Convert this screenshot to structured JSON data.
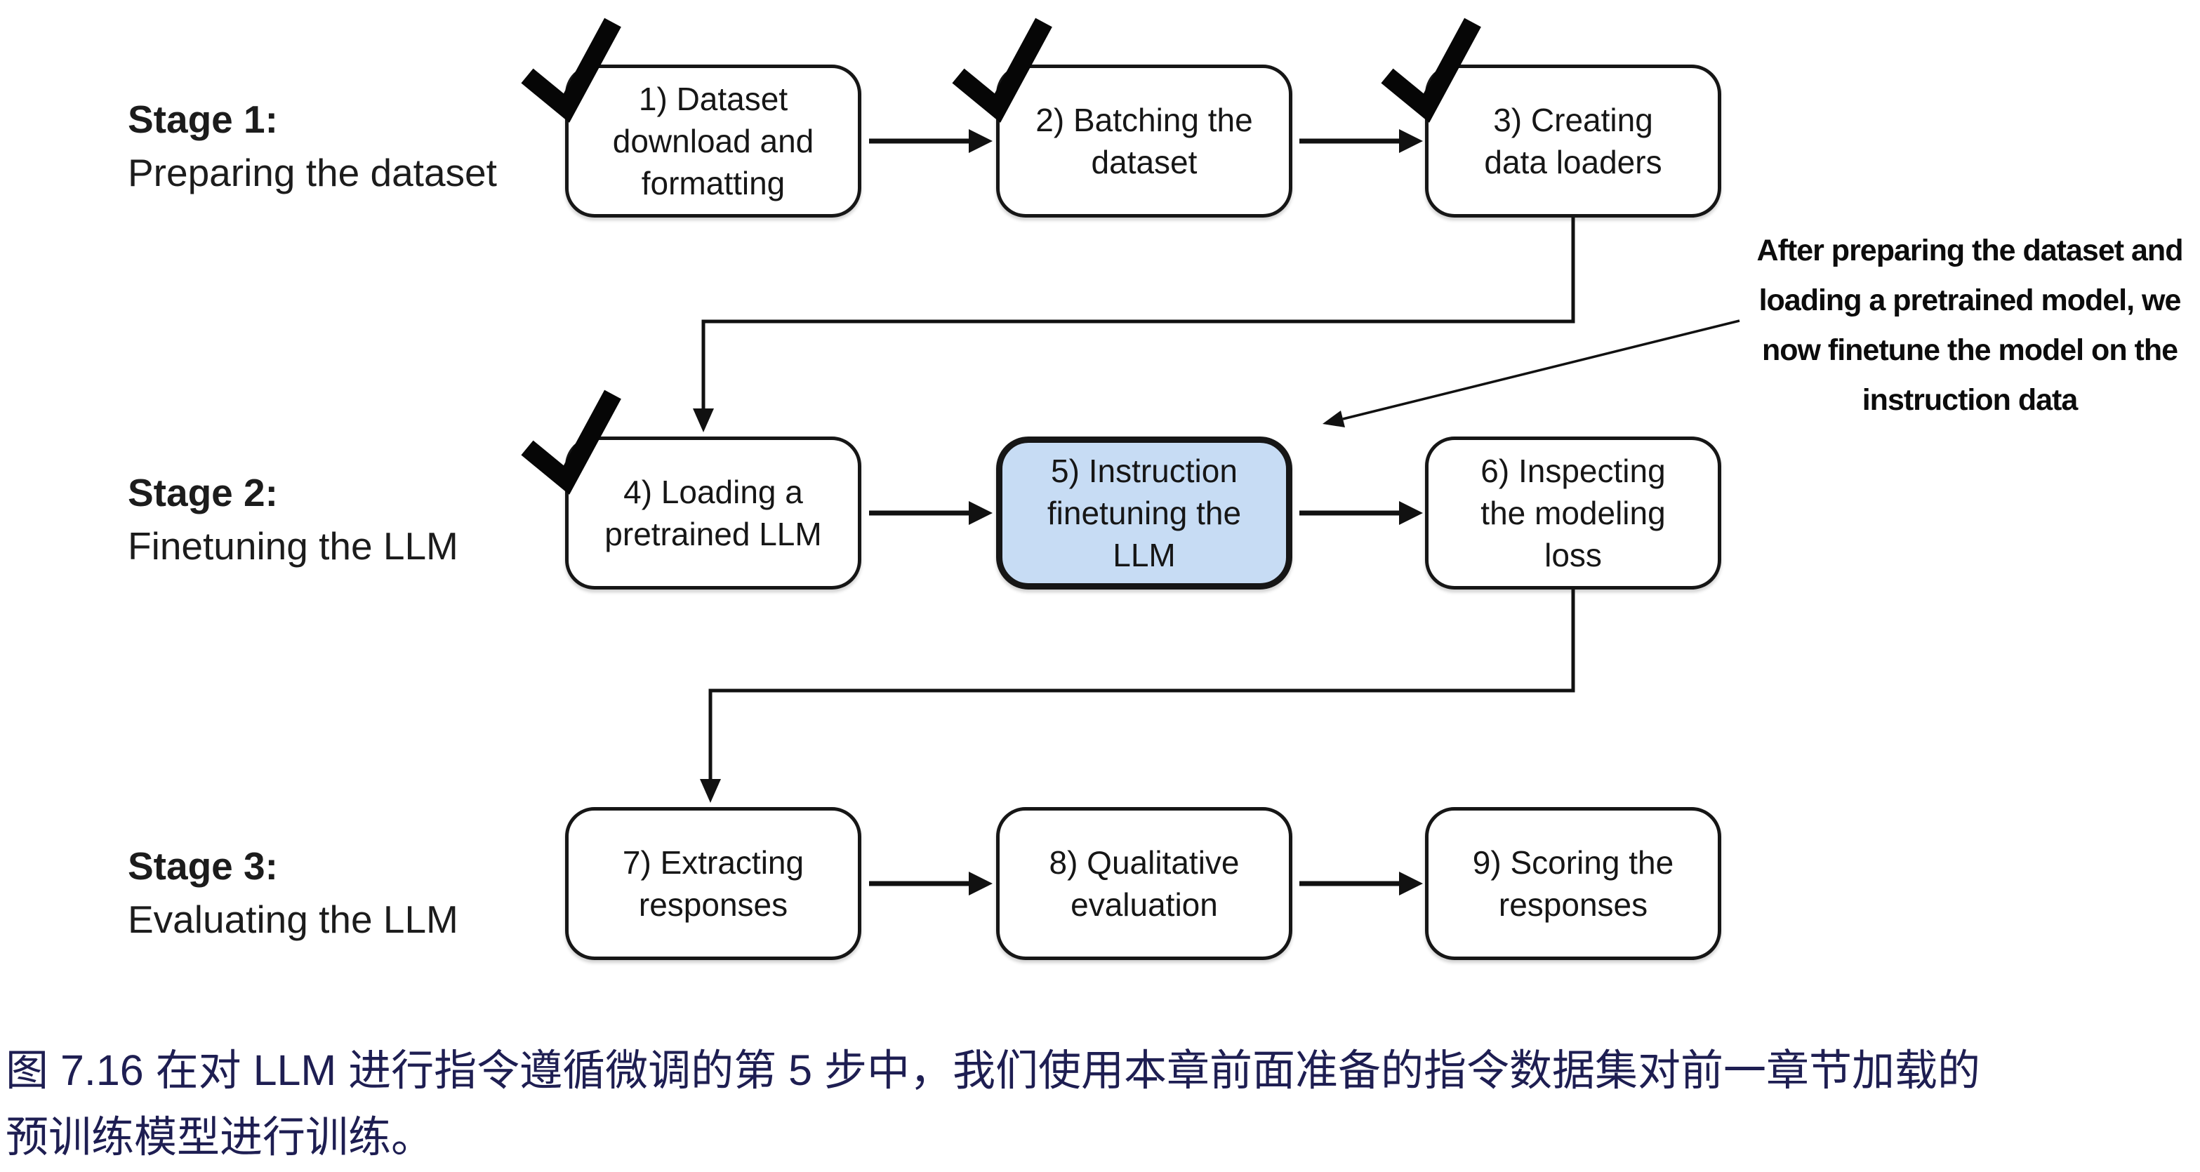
{
  "figure": {
    "stages": [
      {
        "title": "Stage 1:",
        "subtitle": "Preparing the dataset"
      },
      {
        "title": "Stage 2:",
        "subtitle": "Finetuning the LLM"
      },
      {
        "title": "Stage 3:",
        "subtitle": "Evaluating the LLM"
      }
    ],
    "steps": [
      {
        "label": "1) Dataset\ndownload and\nformatting",
        "checked": true,
        "highlighted": false
      },
      {
        "label": "2) Batching the\ndataset",
        "checked": true,
        "highlighted": false
      },
      {
        "label": "3) Creating\ndata loaders",
        "checked": true,
        "highlighted": false
      },
      {
        "label": "4) Loading a\npretrained LLM",
        "checked": true,
        "highlighted": false
      },
      {
        "label": "5) Instruction\nfinetuning the\nLLM",
        "checked": false,
        "highlighted": true
      },
      {
        "label": "6) Inspecting\nthe modeling\nloss",
        "checked": false,
        "highlighted": false
      },
      {
        "label": "7) Extracting\nresponses",
        "checked": false,
        "highlighted": false
      },
      {
        "label": "8) Qualitative\nevaluation",
        "checked": false,
        "highlighted": false
      },
      {
        "label": "9) Scoring the\nresponses",
        "checked": false,
        "highlighted": false
      }
    ],
    "annotation": "After preparing the dataset and\nloading a pretrained model, we\nnow finetune the model on the\ninstruction data",
    "caption": "图 7.16 在对 LLM 进行指令遵循微调的第 5 步中，我们使用本章前面准备的指令数据集对前一章节加载的\n预训练模型进行训练。",
    "colors": {
      "highlight_fill": "#c7dcf4",
      "caption_text": "#1e1e52",
      "line_color": "#111111"
    }
  }
}
